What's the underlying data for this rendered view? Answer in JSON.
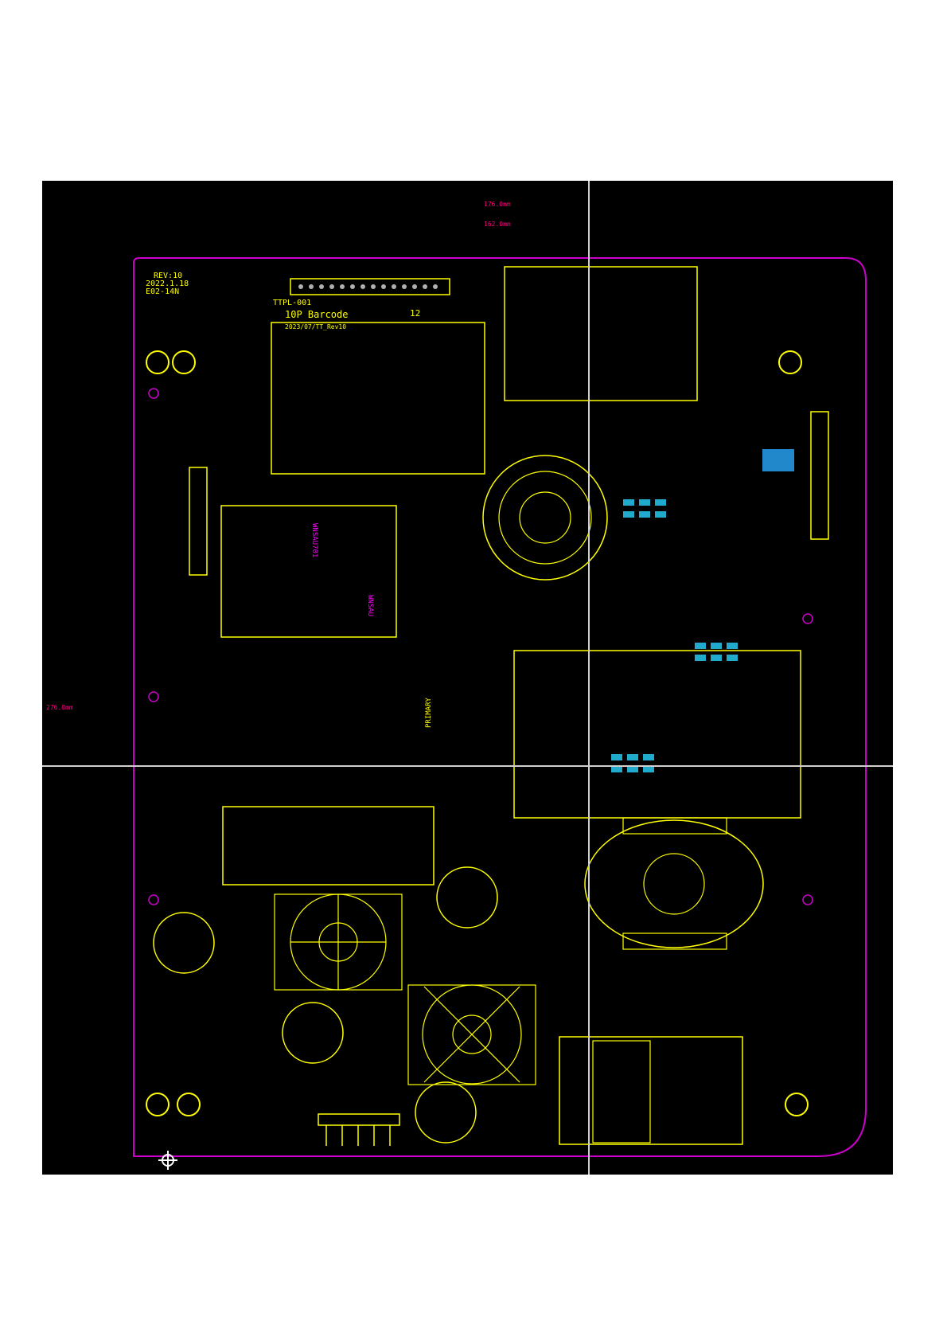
{
  "colors": {
    "background": "#000000",
    "outline": "#cc00cc",
    "silkscreen": "#ffff00",
    "pad": "#b0b0b0",
    "smd_pad": "#22aacc",
    "dimension": "#ff0080",
    "crosshair": "#cfcfcf"
  },
  "icons": {
    "origin": "origin-marker-icon"
  },
  "dimensions": {
    "width_top": "176.0mm",
    "width_inner": "162.0mm",
    "height_left": "276.0mm"
  },
  "board_labels": {
    "rev": "REV:10",
    "date1": "2022.1.18",
    "part_no": "E02-14N",
    "module_code": "TTPL-001",
    "barcode": "10P Barcode",
    "sub_code": "2023/07/TT_Rev10",
    "number_12": "12",
    "ic_u1": "WNSAU701",
    "ic_u2": "WNSAU",
    "primary": "PRIMARY"
  }
}
